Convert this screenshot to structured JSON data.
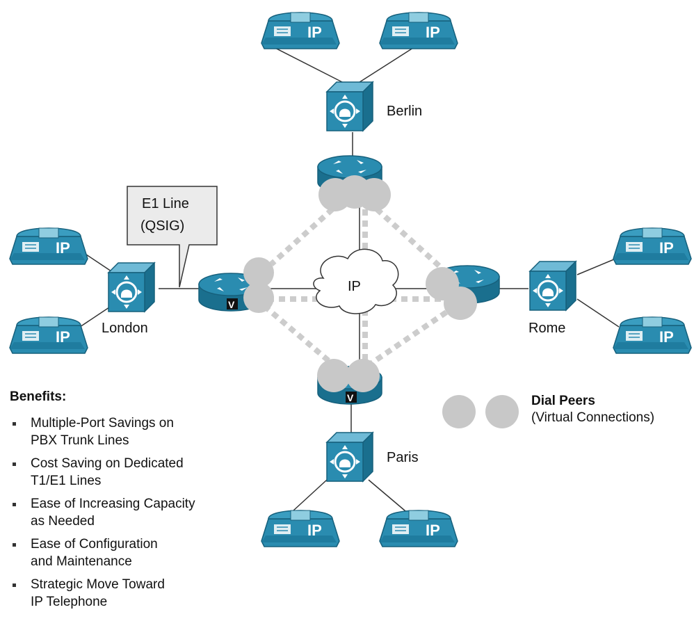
{
  "nodes": {
    "berlin": "Berlin",
    "london": "London",
    "rome": "Rome",
    "paris": "Paris",
    "cloud": "IP"
  },
  "phone_label": "IP",
  "router_badge": "V",
  "callout": {
    "line1": "E1 Line",
    "line2": "(QSIG)"
  },
  "benefits": {
    "title": "Benefits:",
    "items": [
      "Multiple-Port Savings on\nPBX Trunk Lines",
      "Cost Saving on Dedicated\nT1/E1 Lines",
      "Ease of Increasing Capacity\nas Needed",
      "Ease of Configuration\nand Maintenance",
      "Strategic Move Toward\nIP Telephone"
    ]
  },
  "legend": {
    "title": "Dial Peers",
    "subtitle": "(Virtual Connections)"
  },
  "colors": {
    "device": "#2a8cb0",
    "device_dark": "#1a6f8e",
    "peer": "#c8c8c8",
    "line": "#333333",
    "cloud_fill": "#ffffff"
  }
}
